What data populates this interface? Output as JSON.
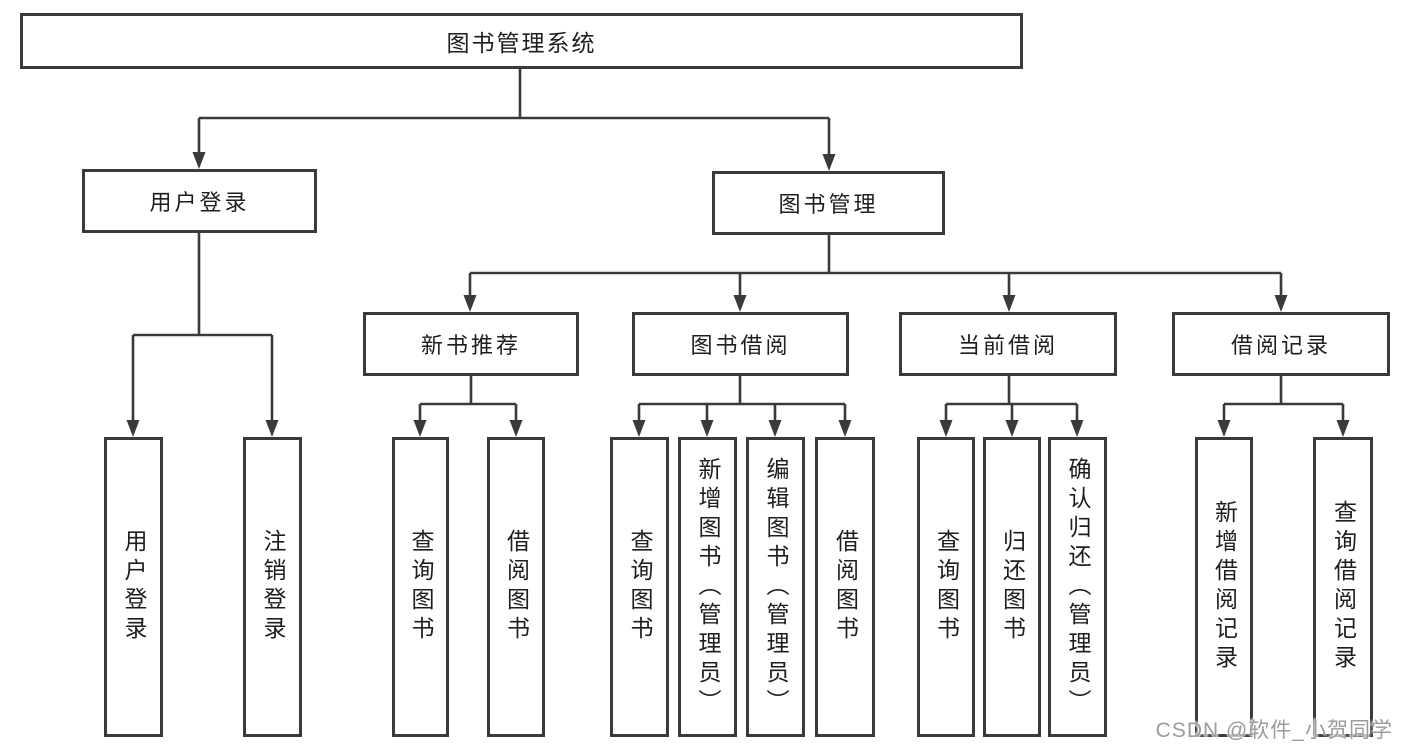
{
  "diagram_type": "hierarchy-tree",
  "tree": {
    "label": "图书管理系统",
    "children": [
      {
        "label": "用户登录",
        "children": [
          {
            "label": "用户登录"
          },
          {
            "label": "注销登录"
          }
        ]
      },
      {
        "label": "图书管理",
        "children": [
          {
            "label": "新书推荐",
            "children": [
              {
                "label": "查询图书"
              },
              {
                "label": "借阅图书"
              }
            ]
          },
          {
            "label": "图书借阅",
            "children": [
              {
                "label": "查询图书"
              },
              {
                "label": "新增图书（管理员）"
              },
              {
                "label": "编辑图书（管理员）"
              },
              {
                "label": "借阅图书"
              }
            ]
          },
          {
            "label": "当前借阅",
            "children": [
              {
                "label": "查询图书"
              },
              {
                "label": "归还图书"
              },
              {
                "label": "确认归还（管理员）"
              }
            ]
          },
          {
            "label": "借阅记录",
            "children": [
              {
                "label": "新增借阅记录"
              },
              {
                "label": "查询借阅记录"
              }
            ]
          }
        ]
      }
    ]
  },
  "colors": {
    "line": "#3a3a3a",
    "text": "#1e1e1e",
    "watermark": "#9b9b9b",
    "background": "#ffffff"
  },
  "watermark": {
    "text": "CSDN @软件_小贺同学"
  }
}
